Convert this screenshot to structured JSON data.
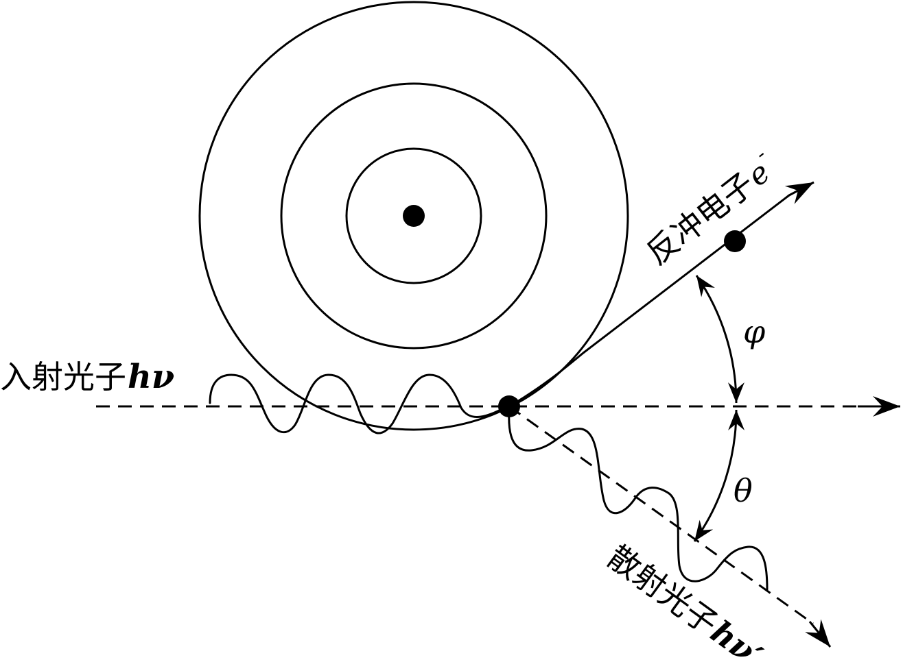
{
  "labels": {
    "incident_text": "入射光子",
    "incident_symbol": "hν",
    "recoil_text": "反冲电子",
    "recoil_symbol": "e",
    "recoil_superscript": "-",
    "scattered_text": "散射光子",
    "scattered_symbol": "hν′",
    "angle_phi": "φ",
    "angle_theta": "θ"
  },
  "colors": {
    "ink": "#000000",
    "background": "#ffffff"
  }
}
